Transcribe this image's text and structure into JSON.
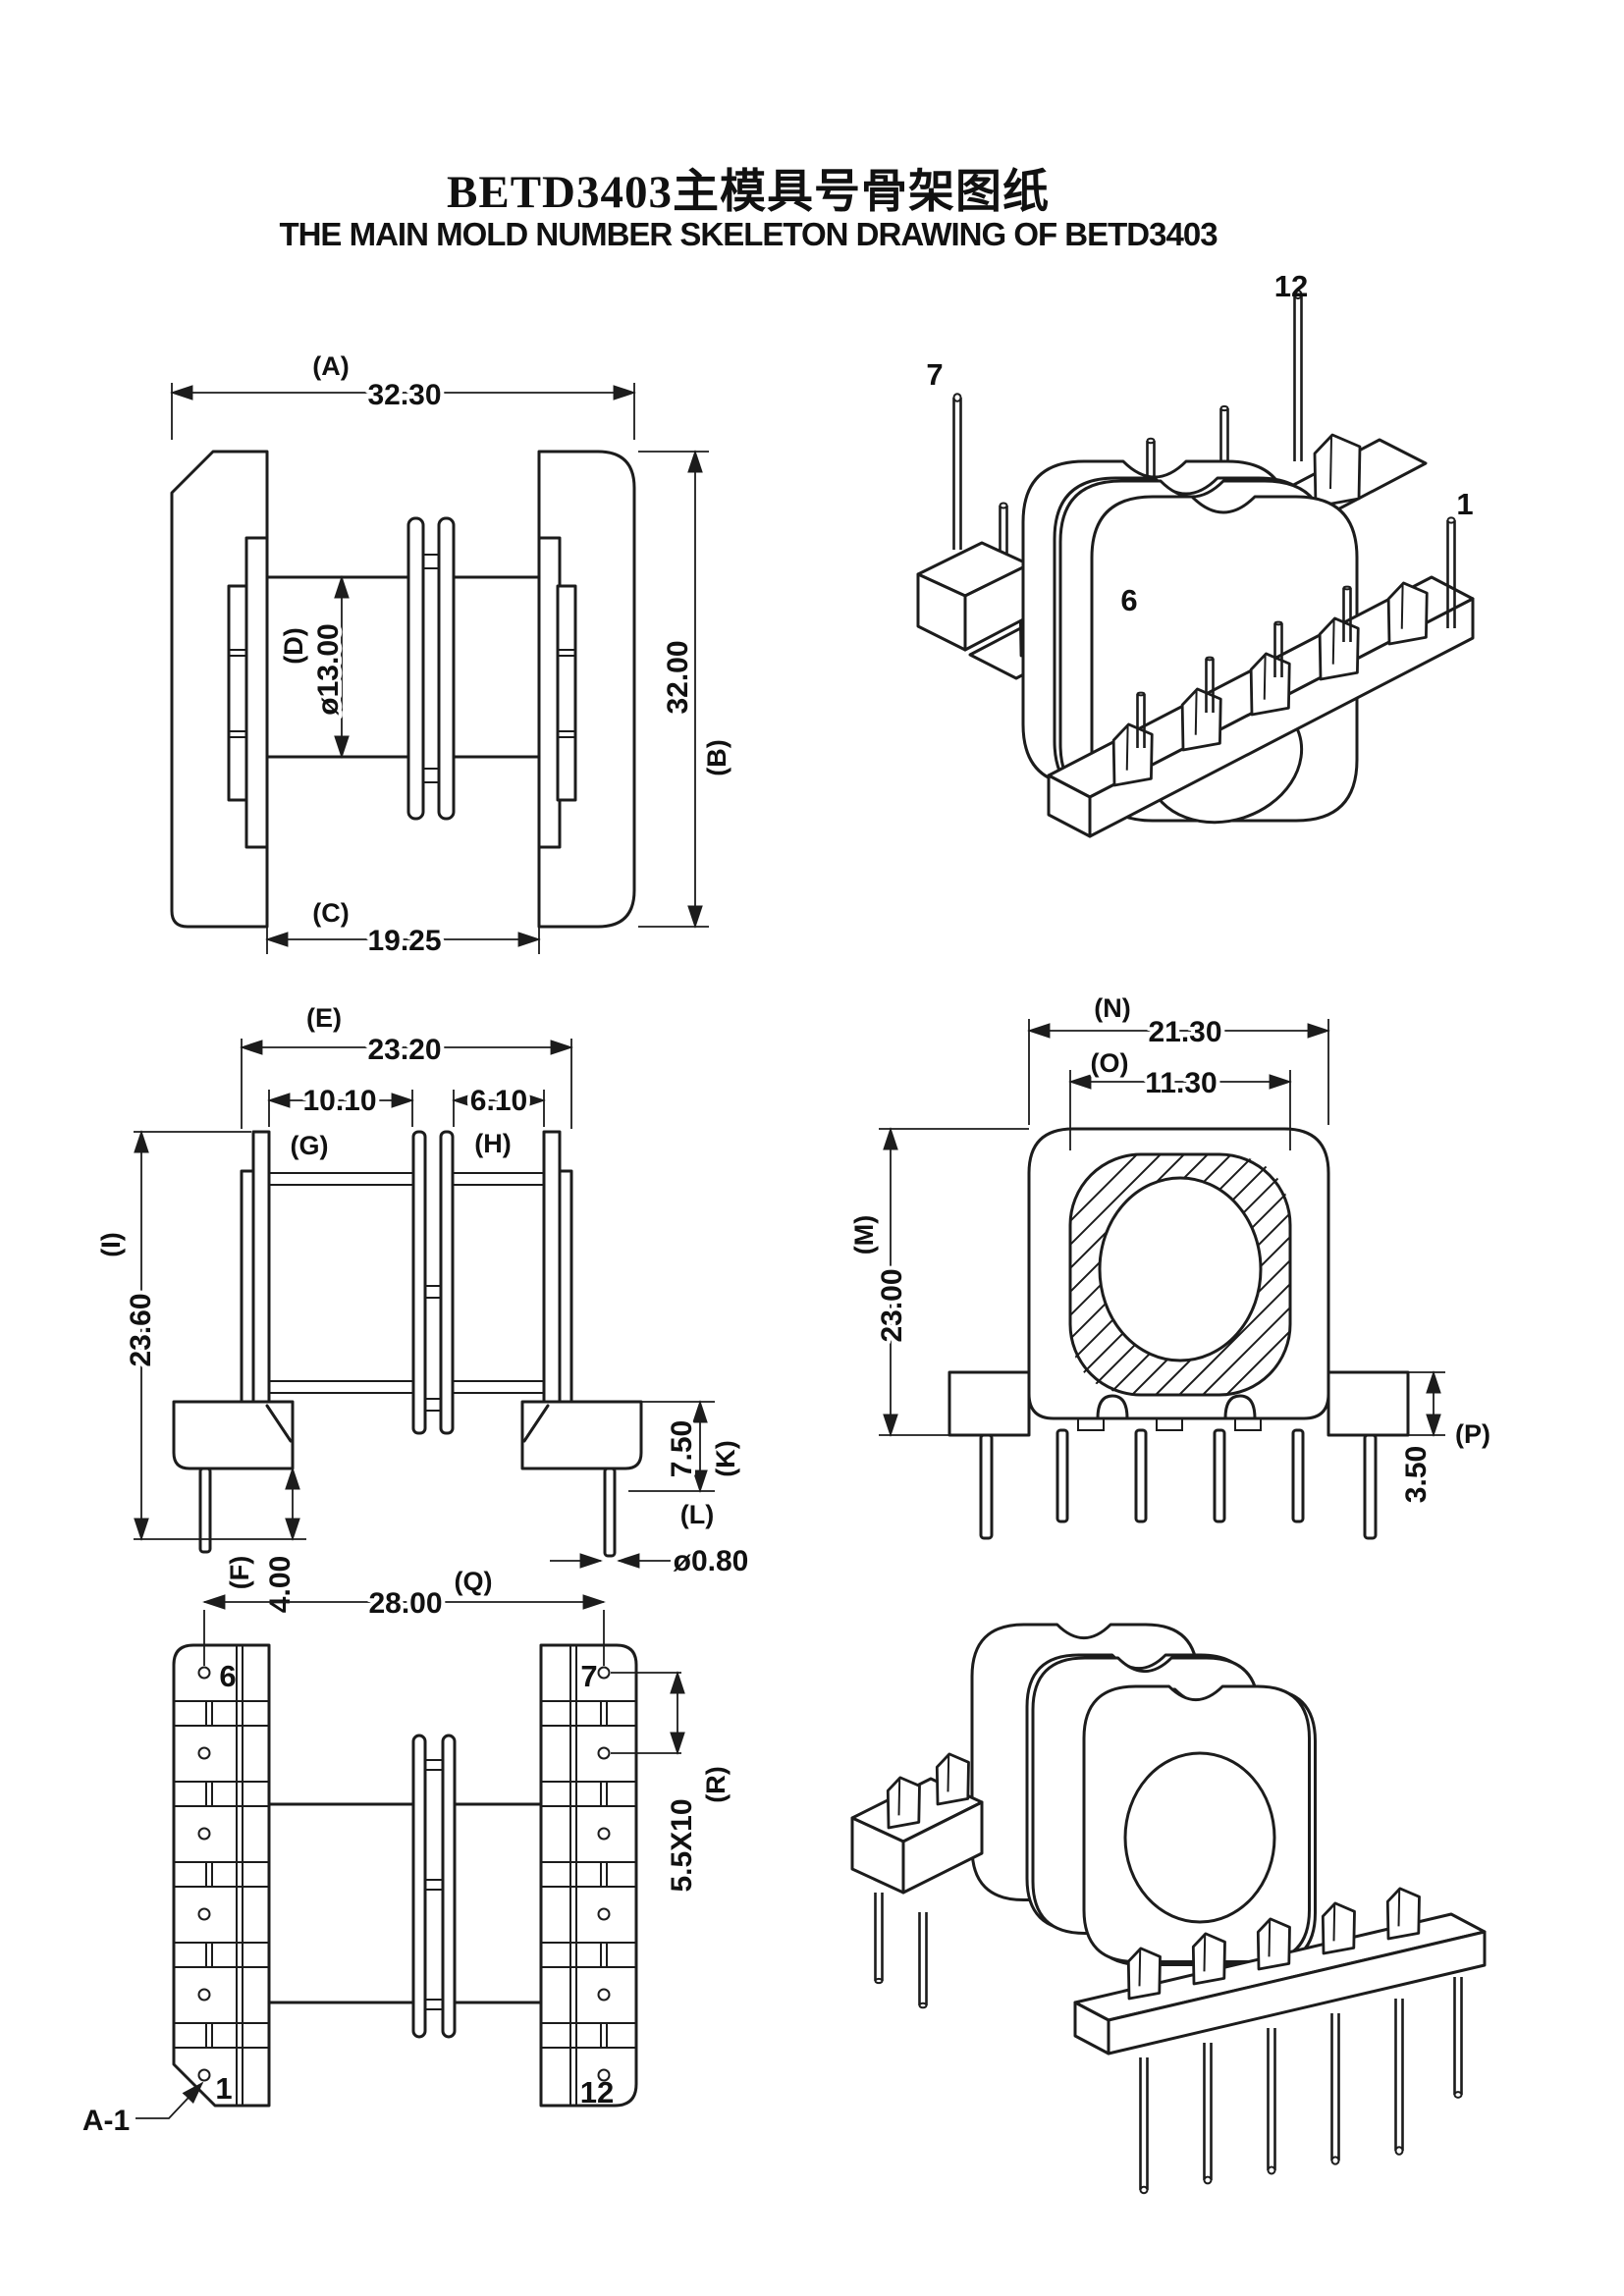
{
  "title": {
    "chinese": "BETD3403主模具号骨架图纸",
    "english": "THE MAIN MOLD NUMBER SKELETON DRAWING OF BETD3403"
  },
  "colors": {
    "line": "#1c1c1c",
    "background": "#ffffff"
  },
  "views": {
    "top": {
      "name": "top-plan-view",
      "dims": {
        "A": {
          "label": "(A)",
          "value": "32.30"
        },
        "B": {
          "label": "(B)",
          "value": "32.00"
        },
        "C": {
          "label": "(C)",
          "value": "19.25"
        },
        "D": {
          "label": "(D)",
          "value": "ø13.00"
        }
      }
    },
    "iso_top": {
      "name": "isometric-view-upper",
      "pin_labels": {
        "p7": "7",
        "p12": "12",
        "p6": "6",
        "p1": "1"
      }
    },
    "front": {
      "name": "front-elevation-view",
      "dims": {
        "E": {
          "label": "(E)",
          "value": "23.20"
        },
        "G": {
          "label": "(G)",
          "value": "10.10"
        },
        "H": {
          "label": "(H)",
          "value": "6.10"
        },
        "I": {
          "label": "(I)",
          "value": "23.60"
        },
        "F": {
          "label": "(F)",
          "value": "4.00"
        },
        "K": {
          "label": "(K)",
          "value": "7.50"
        },
        "L": {
          "label": "(L)",
          "value": "ø0.80"
        }
      }
    },
    "side": {
      "name": "side-section-view",
      "dims": {
        "N": {
          "label": "(N)",
          "value": "21.30"
        },
        "O": {
          "label": "(O)",
          "value": "11.30"
        },
        "M": {
          "label": "(M)",
          "value": "23.00"
        },
        "P": {
          "label": "(P)",
          "value": "3.50"
        }
      }
    },
    "bottom": {
      "name": "bottom-pin-view",
      "dims": {
        "Q": {
          "label": "(Q)",
          "value": "28.00"
        },
        "R": {
          "label": "(R)",
          "value": "5.5X10"
        }
      },
      "pin_labels": {
        "p6": "6",
        "p7": "7",
        "p1": "1",
        "p12": "12"
      },
      "section_label": "A-1"
    },
    "iso_bottom": {
      "name": "isometric-view-lower"
    }
  }
}
